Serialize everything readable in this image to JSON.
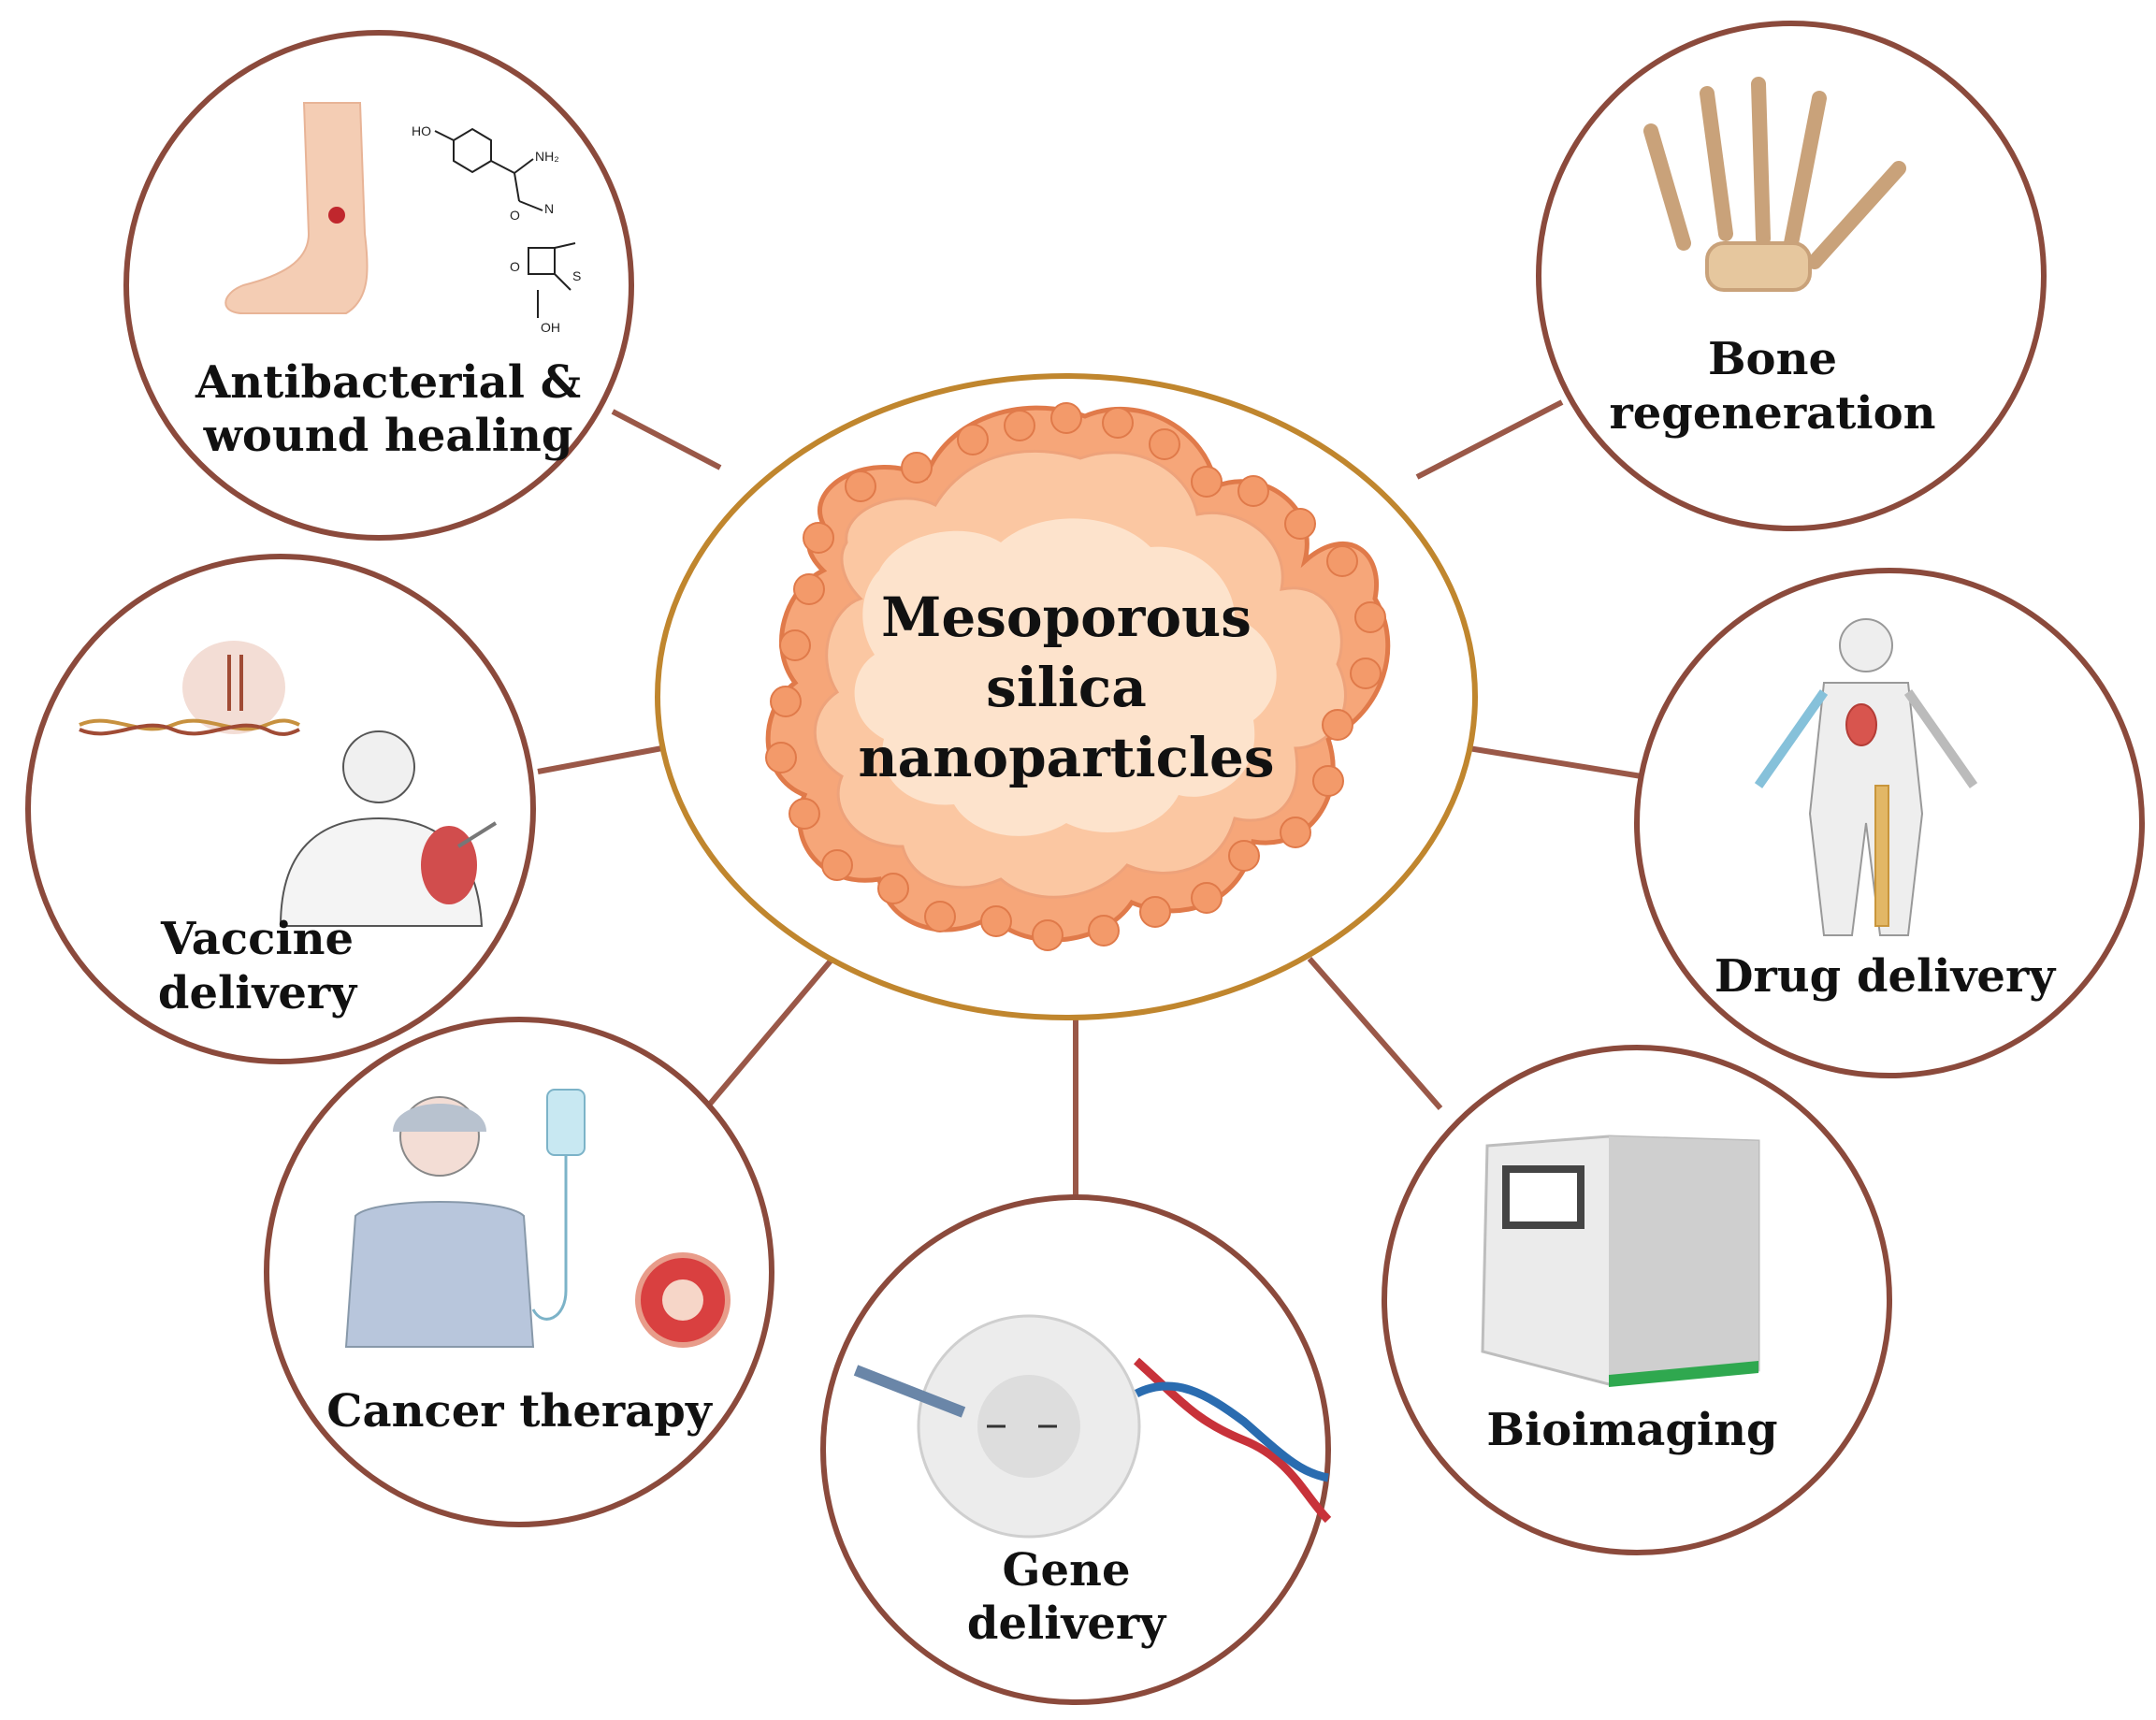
{
  "center": {
    "lines": [
      "Mesoporous",
      "silica",
      "nanoparticles"
    ],
    "icon": "silica-nanoparticle-illustration"
  },
  "applications": [
    {
      "id": "antibacterial",
      "lines": [
        "Antibacterial &",
        "wound healing"
      ],
      "icon": "wounded-leg-and-antibiotic-structure",
      "molecule_labels": [
        "HO",
        "NH₂",
        "O",
        "N",
        "O",
        "S",
        "OH"
      ]
    },
    {
      "id": "bone",
      "lines": [
        "Bone",
        "regeneration"
      ],
      "icon": "hand-skeleton"
    },
    {
      "id": "vaccine",
      "lines": [
        "Vaccine",
        "delivery"
      ],
      "icon": "dna-and-vaccinated-patient"
    },
    {
      "id": "drug",
      "lines": [
        "Drug delivery"
      ],
      "icon": "human-body-with-injections"
    },
    {
      "id": "cancer",
      "lines": [
        "Cancer therapy"
      ],
      "icon": "patient-with-iv-drip"
    },
    {
      "id": "gene",
      "lines": [
        "Gene",
        "delivery"
      ],
      "icon": "cell-injection-and-dna-helix"
    },
    {
      "id": "bioimaging",
      "lines": [
        "Bioimaging"
      ],
      "icon": "imaging-scanner"
    }
  ],
  "colors": {
    "ring_stroke": "#8b4a3c",
    "center_ring": "#c0862e",
    "spoke": "#9a5848",
    "particle_fill": "#f6a679",
    "particle_core": "#fde3cc",
    "text": "#111111"
  }
}
